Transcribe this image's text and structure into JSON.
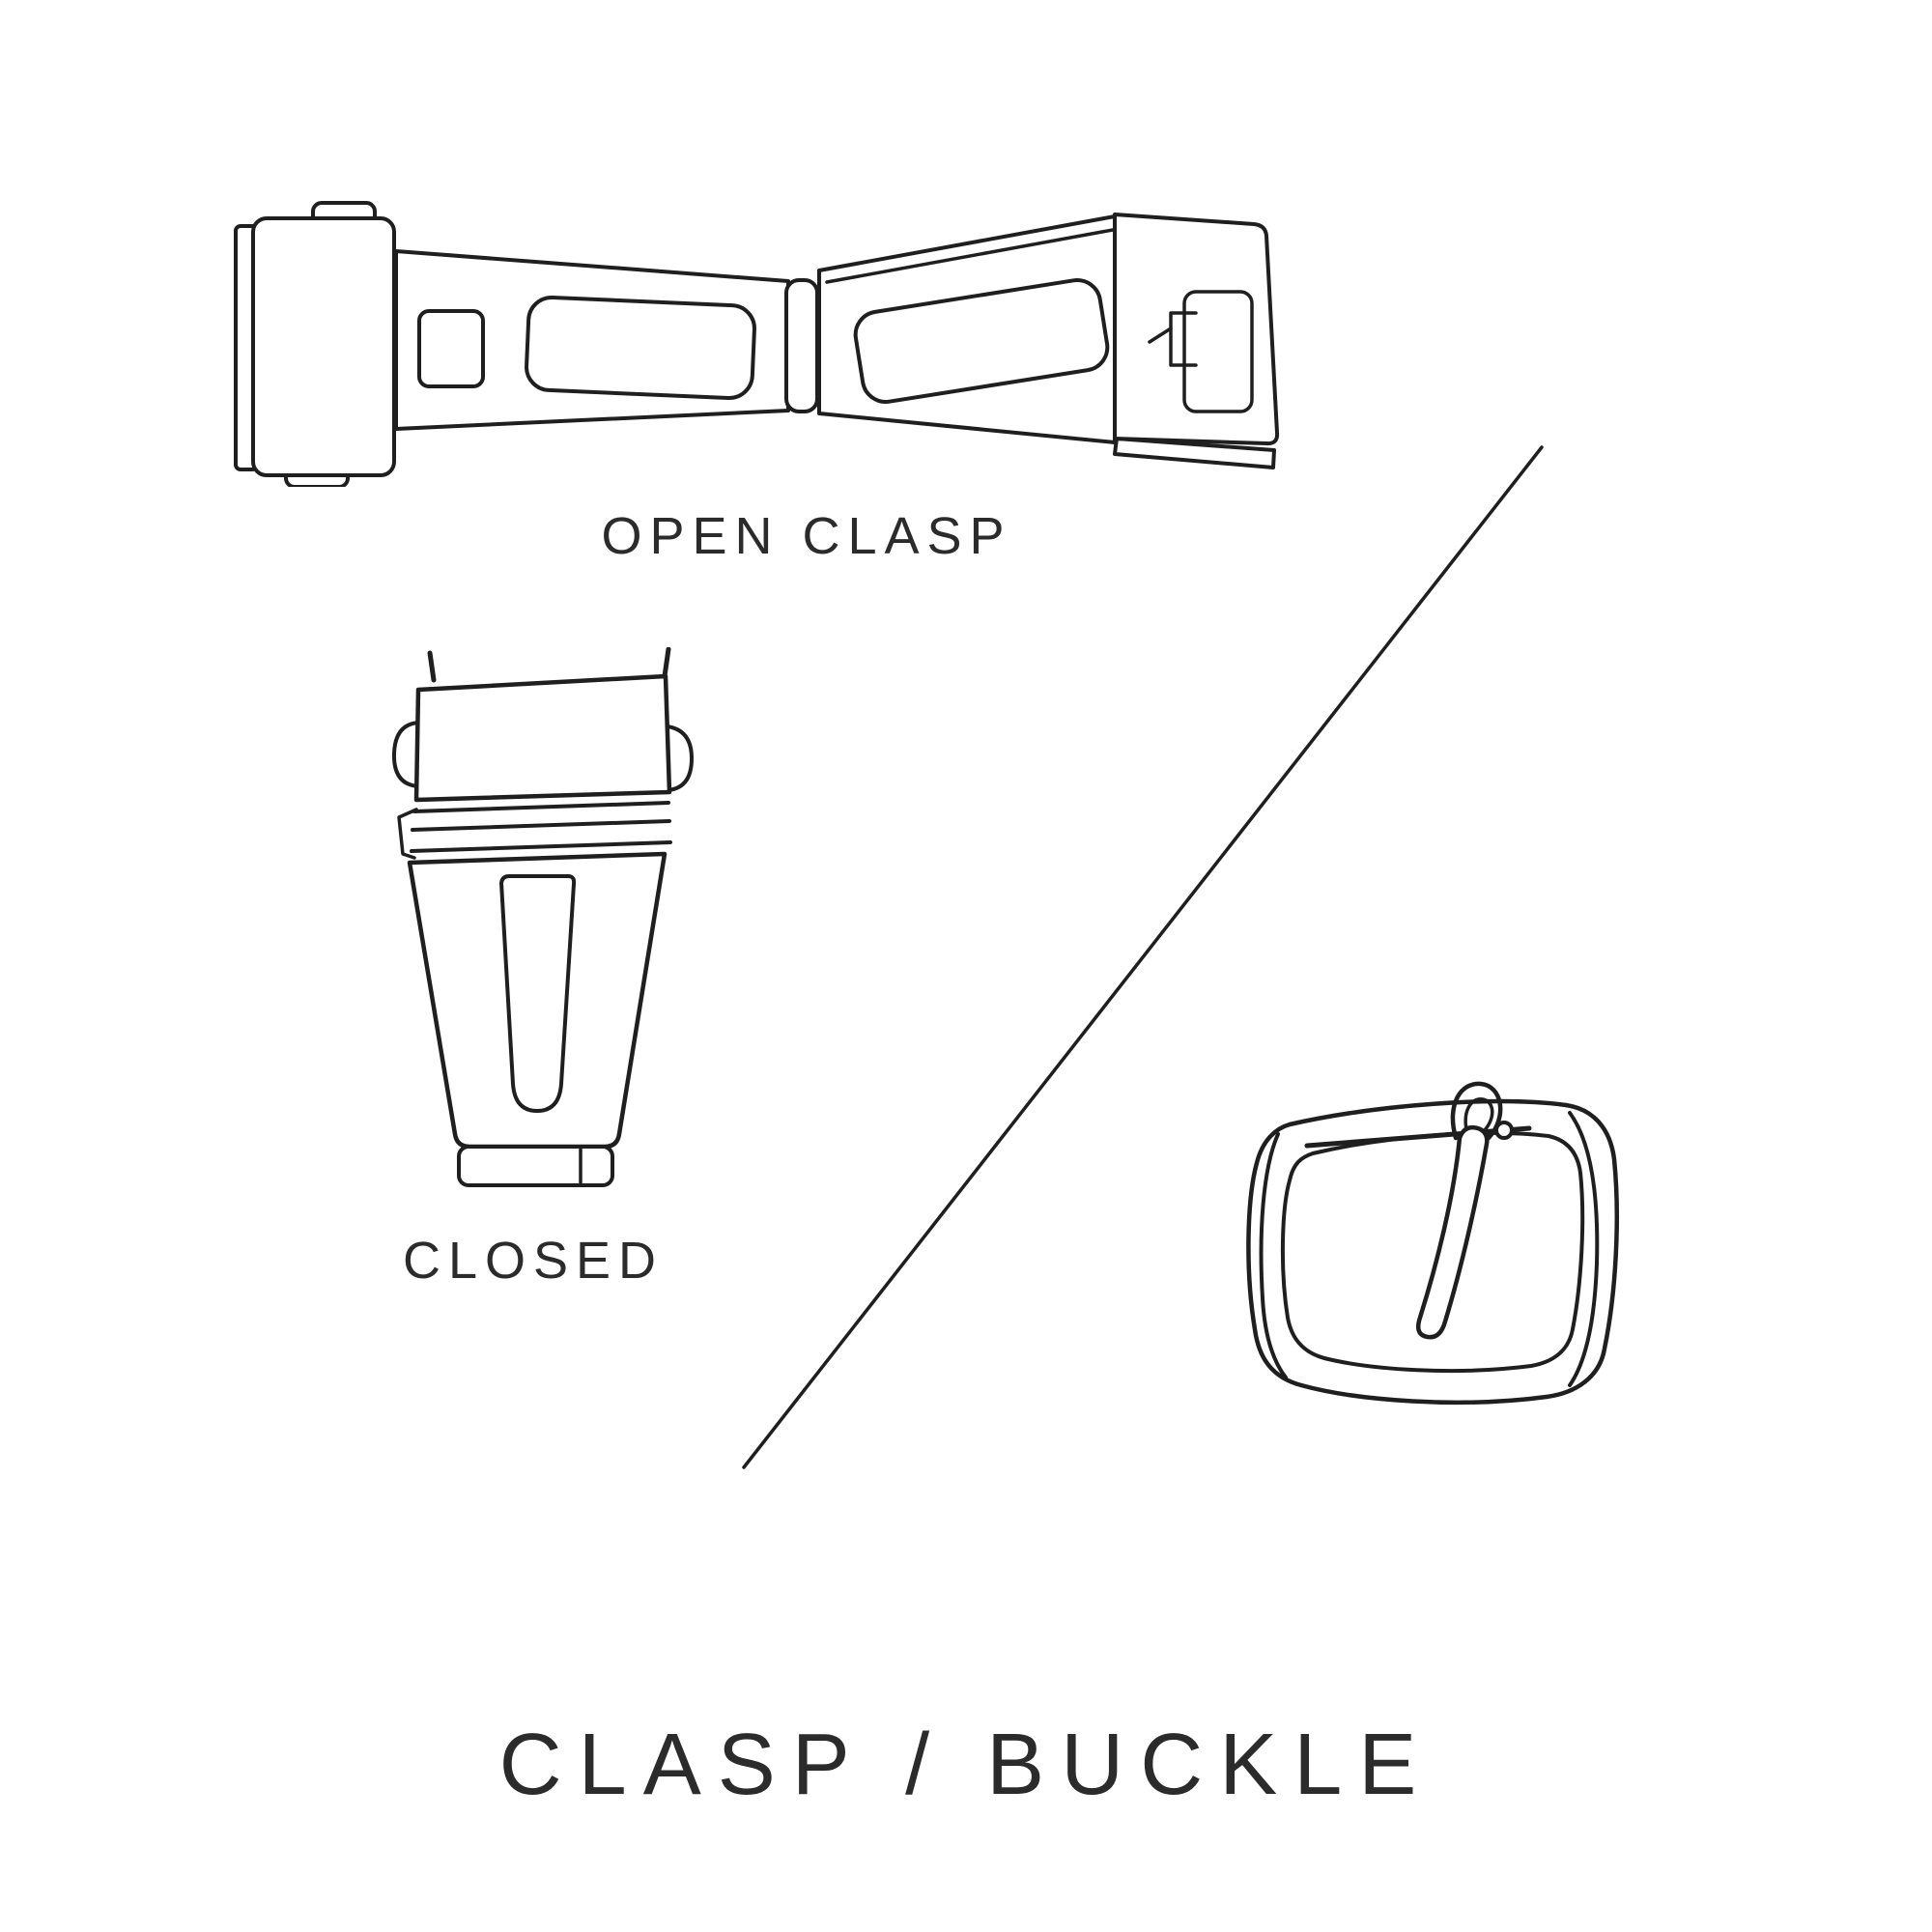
{
  "page": {
    "background": "#ffffff",
    "line_color": "#1f1f1f",
    "text_color": "#2b2b2b"
  },
  "diagram": {
    "title": "CLASP / BUCKLE",
    "open_clasp_label": "OPEN CLASP",
    "closed_label": "CLOSED"
  }
}
